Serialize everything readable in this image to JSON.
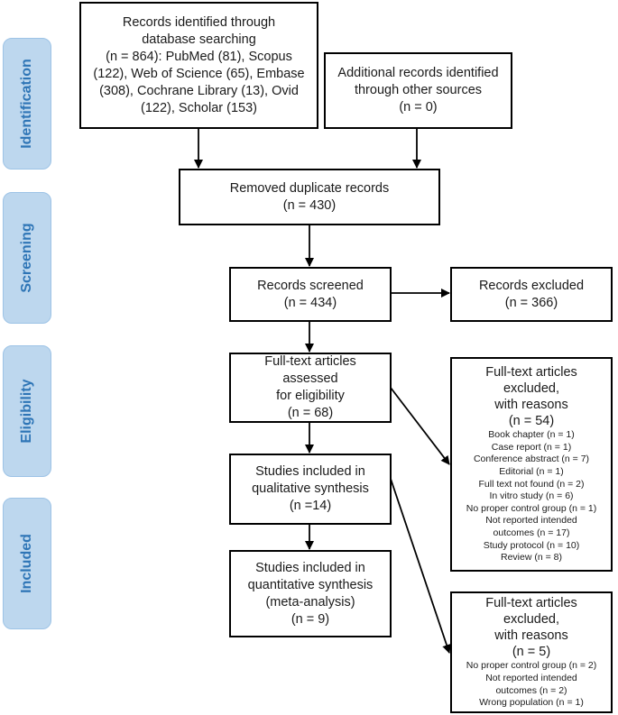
{
  "phases": {
    "identification": "Identification",
    "screening": "Screening",
    "eligibility": "Eligibility",
    "included": "Included"
  },
  "boxes": {
    "database_records": "Records identified through\ndatabase searching\n(n = 864): PubMed (81), Scopus\n(122), Web of Science (65), Embase\n(308), Cochrane Library (13), Ovid\n(122), Scholar (153)",
    "additional_records": "Additional records identified\nthrough other sources\n(n = 0)",
    "duplicates_removed": "Removed duplicate records\n(n = 430)",
    "records_screened": "Records screened\n(n = 434)",
    "records_excluded": "Records excluded\n(n = 366)",
    "fulltext_assessed": "Full-text articles assessed\nfor eligibility\n(n = 68)",
    "qualitative": "Studies included in\nqualitative synthesis\n(n =14)",
    "quantitative": "Studies included in\nquantitative synthesis\n(meta-analysis)\n(n = 9)"
  },
  "excluded_fulltext": {
    "heading": "Full-text articles excluded,\nwith reasons\n(n = 54)",
    "reasons": [
      "Book chapter (n = 1)",
      "Case report (n = 1)",
      "Conference abstract (n = 7)",
      "Editorial (n = 1)",
      "Full text not found (n = 2)",
      "In vitro study (n = 6)",
      "No proper control group (n = 1)",
      "Not reported intended\noutcomes (n = 17)",
      "Study protocol (n = 10)",
      "Review (n = 8)"
    ]
  },
  "excluded_quantitative": {
    "heading": "Full-text articles excluded,\nwith reasons\n(n = 5)",
    "reasons": [
      "No proper control group (n = 2)",
      "Not reported intended\noutcomes (n = 2)",
      "Wrong population (n = 1)"
    ]
  },
  "colors": {
    "phase_fill": "#bdd7ee",
    "phase_text": "#2e75b6",
    "line": "#000000"
  }
}
